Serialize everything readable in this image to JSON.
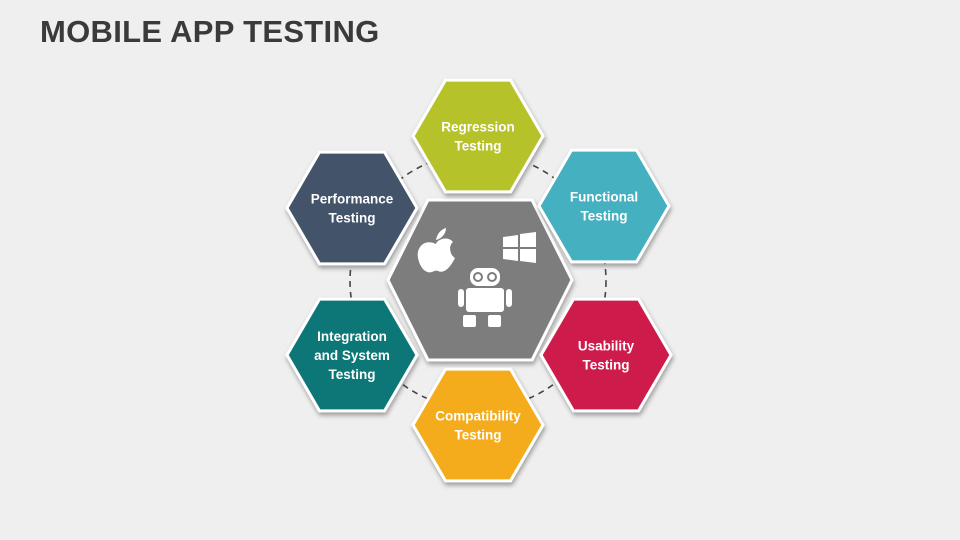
{
  "title": "MOBILE APP TESTING",
  "center": {
    "color": "#7d7d7d",
    "icons": [
      "apple-icon",
      "windows-icon",
      "android-robot-icon"
    ]
  },
  "segments": [
    {
      "key": "regression",
      "lines": [
        "Regression",
        "Testing"
      ],
      "color": "#b5c22a"
    },
    {
      "key": "functional",
      "lines": [
        "Functional",
        "Testing"
      ],
      "color": "#45b0bf"
    },
    {
      "key": "usability",
      "lines": [
        "Usability",
        "Testing"
      ],
      "color": "#cd1a4b"
    },
    {
      "key": "compatibility",
      "lines": [
        "Compatibility",
        "Testing"
      ],
      "color": "#f5ac1a"
    },
    {
      "key": "integration",
      "lines": [
        "Integration",
        "and System",
        "Testing"
      ],
      "color": "#0f7677"
    },
    {
      "key": "performance",
      "lines": [
        "Performance",
        "Testing"
      ],
      "color": "#43536b"
    }
  ]
}
